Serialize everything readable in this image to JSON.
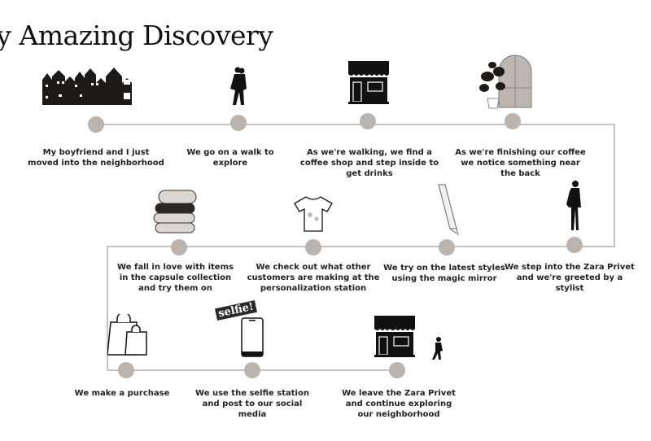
{
  "title": "My Amazing Discovery",
  "steps": [
    {
      "caption": "My boyfriend and I just moved into the neighborhood",
      "icon": "houses-icon"
    },
    {
      "caption": "We go on a walk to explore",
      "icon": "walking-couple-icon"
    },
    {
      "caption": "As we're walking, we find a coffee shop and step inside to get drinks",
      "icon": "storefront-icon"
    },
    {
      "caption": "As we're finishing our coffee we notice something near the back",
      "icon": "plant-door-icon"
    },
    {
      "caption": "We step into the Zara Privet and we're greeted by a stylist",
      "icon": "stylist-icon"
    },
    {
      "caption": "We try on the latest styles using the magic mirror",
      "icon": "mirror-icon"
    },
    {
      "caption": "We check out what other customers are making at the personalization station",
      "icon": "tshirt-icon"
    },
    {
      "caption": "We fall in love with items in the capsule collection and try them on",
      "icon": "folded-clothes-icon"
    },
    {
      "caption": "We make a purchase",
      "icon": "shopping-bags-icon"
    },
    {
      "caption": "We use the selfie station and post to our social media",
      "icon": "selfie-phone-icon",
      "sticker": "selfie!"
    },
    {
      "caption": "We leave the Zara Privet and continue exploring our neighborhood",
      "icon": "store-walker-icon"
    }
  ],
  "colors": {
    "line": "#c8c2bf",
    "node": "#bab3ae",
    "ink": "#1e1a17"
  }
}
